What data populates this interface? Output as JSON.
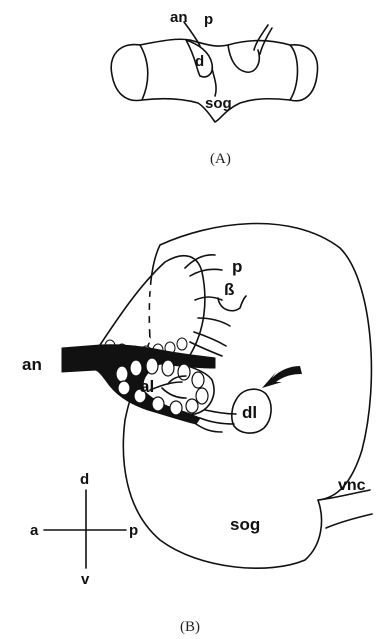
{
  "panel_a": {
    "labels": {
      "an": "an",
      "p": "p",
      "d": "d",
      "sog": "sog"
    },
    "caption": "(A)"
  },
  "panel_b": {
    "labels": {
      "p": "p",
      "beta": "ß",
      "an": "an",
      "al": "al",
      "dl": "dl",
      "sog": "sog",
      "vnc": "vnc"
    },
    "axes": {
      "dorsal": "d",
      "ventral": "v",
      "anterior": "a",
      "posterior": "p"
    },
    "caption": "(B)"
  },
  "colors": {
    "ink": "#111111",
    "background": "#ffffff"
  }
}
